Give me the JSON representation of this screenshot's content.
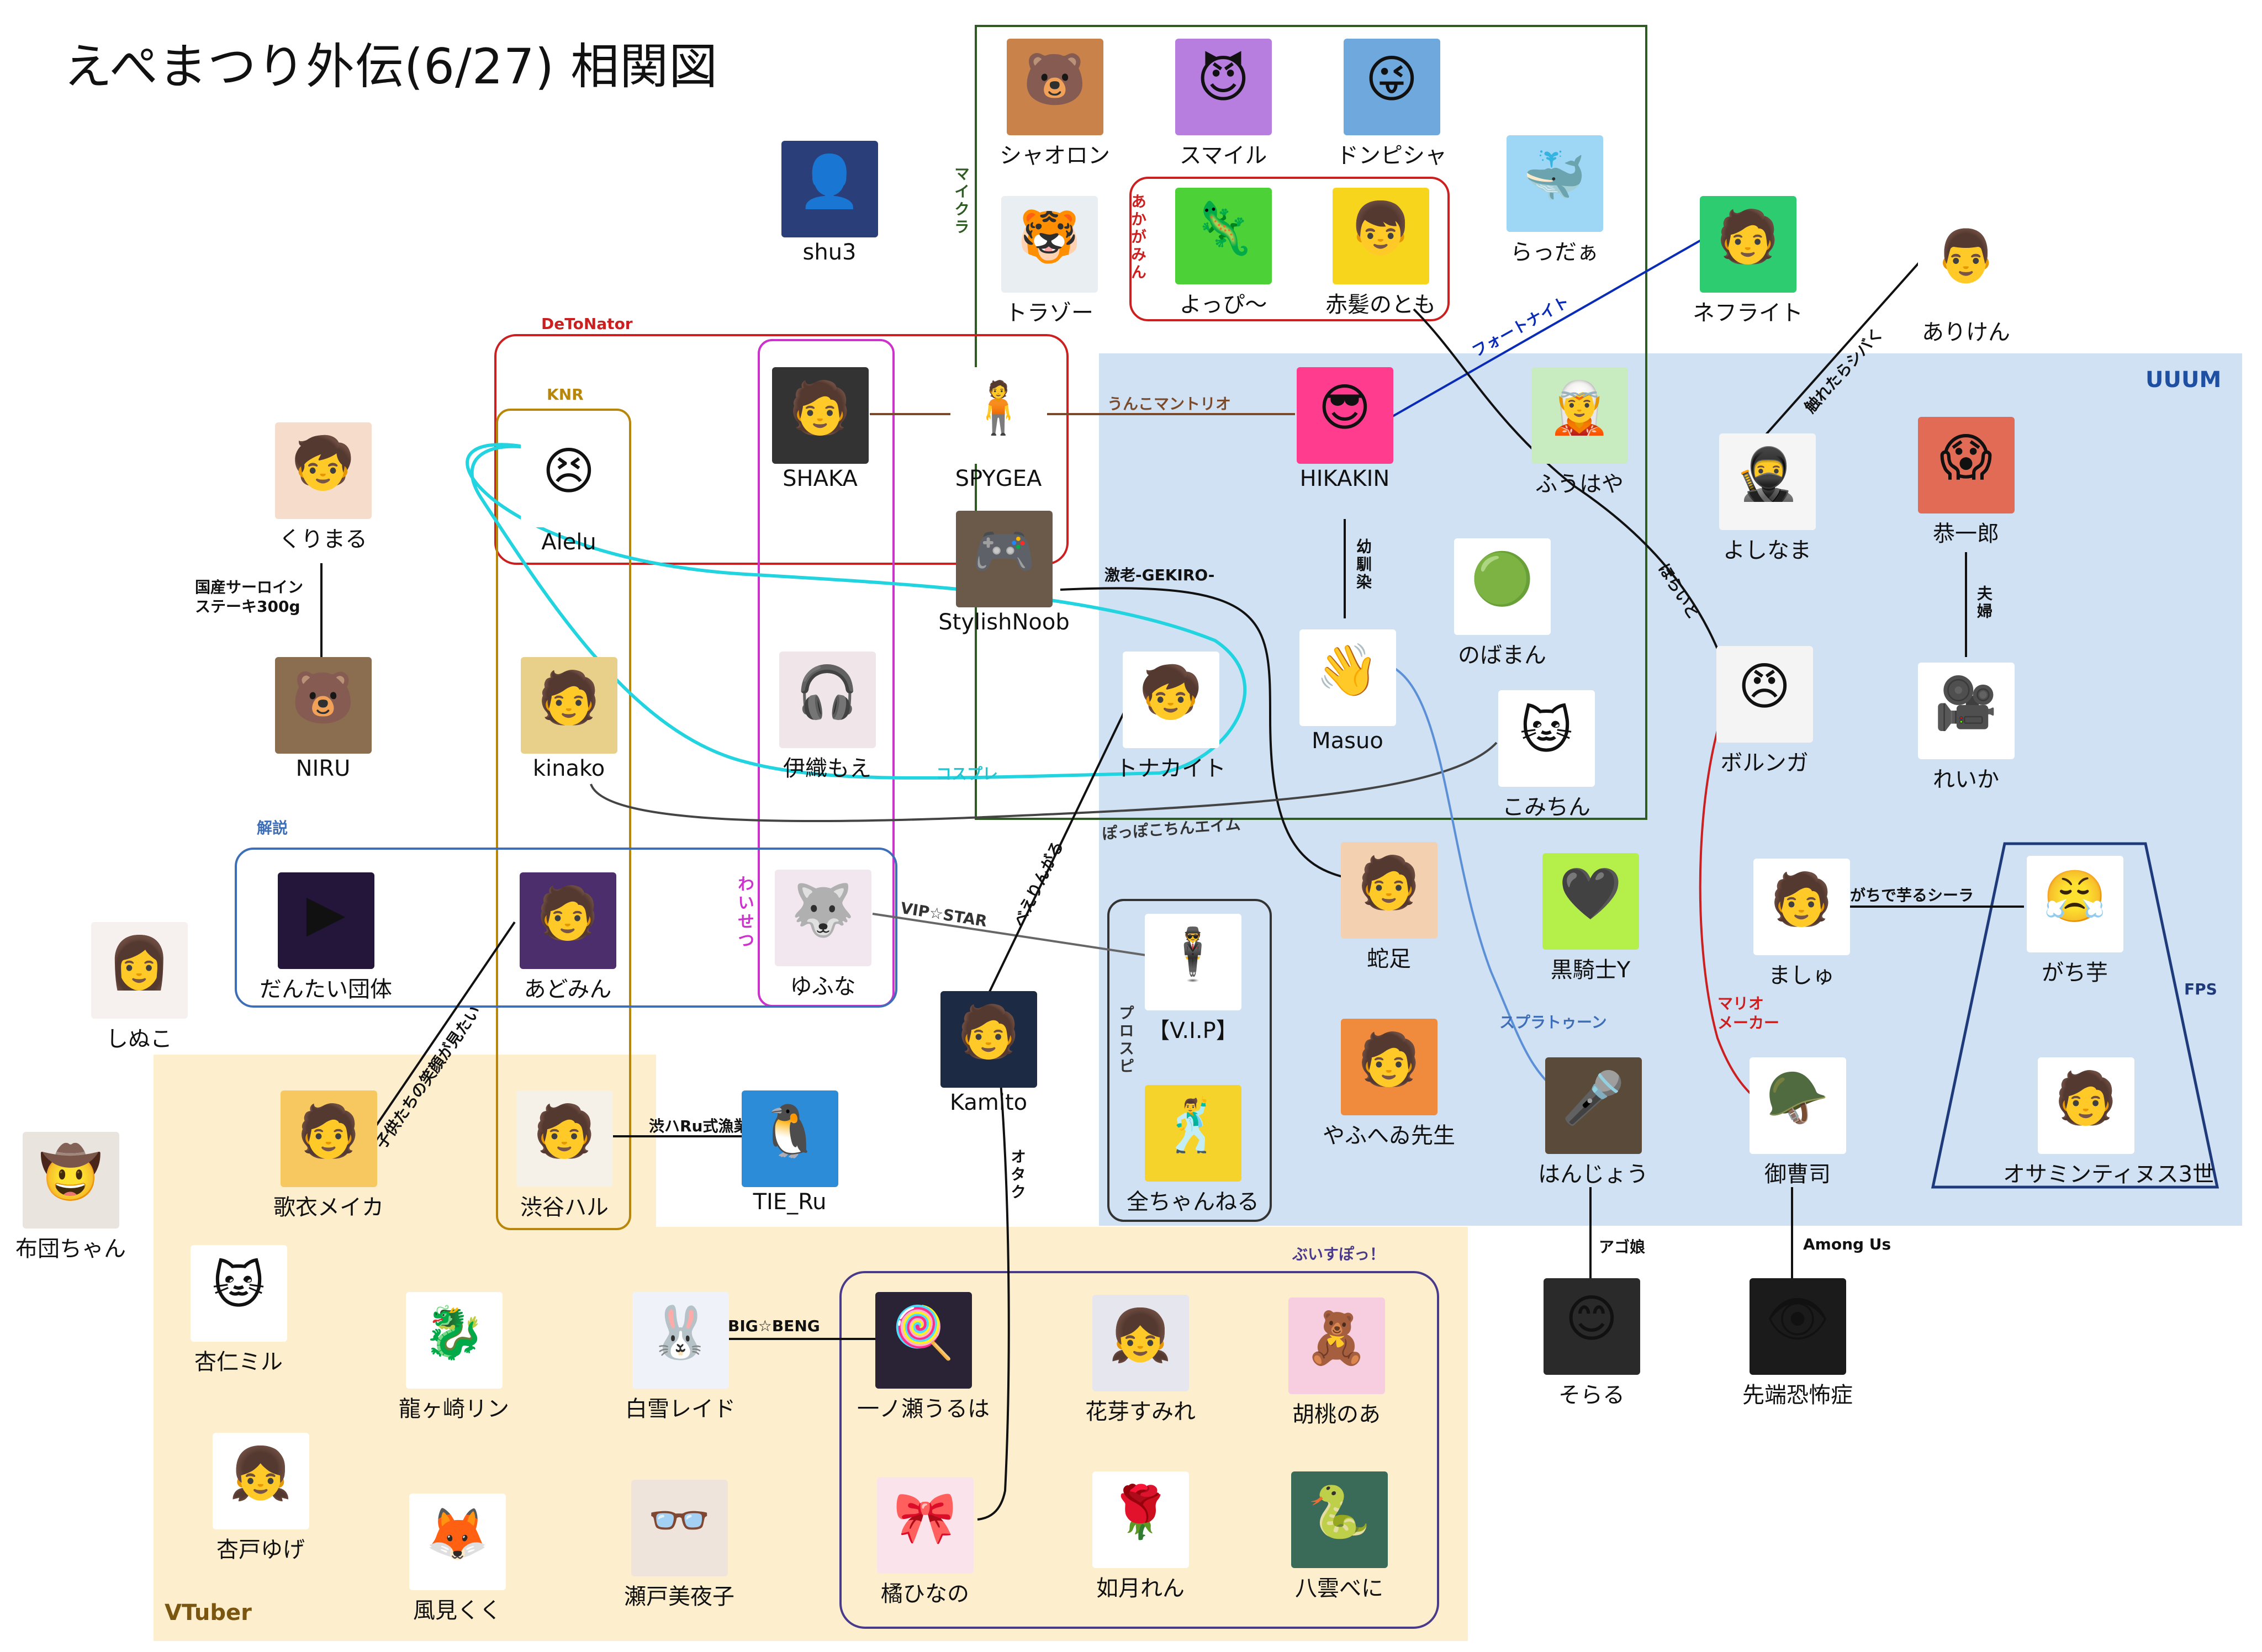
{
  "title": "えぺまつり外伝(6/27) 相関図",
  "regions": {
    "uuum": "UUUM",
    "vtuber": "VTuber",
    "minecraft": "マイクラ",
    "akagamin": "あかがみん",
    "detonator": "DeToNator",
    "knr": "KNR",
    "waisetsu": "わいせつ",
    "kaisetsu": "解説",
    "prosupi": "プロスピ",
    "fps": "FPS",
    "vspo": "ぶいすぽっ！"
  },
  "edge_labels": {
    "unko": "うんこマントリオ",
    "fortnite": "フォートナイト",
    "sawareba": "触れたらシバく",
    "osananajimi": "幼馴染",
    "horaito": "ほらいと",
    "fuufu": "夫婦",
    "gekiro": "激老-GEKIRO-",
    "cosplay": "コスプレ",
    "popopo": "ぽっぽこちんエイム",
    "kokusan": "国産サーロイン\nステーキ300g",
    "vipstar": "VIP☆STAR",
    "beerin": "べえりんがる",
    "kodomo": "子供たちの笑顔が見たい",
    "shibuharu": "渋ハRu式漁業",
    "otaku": "オタク",
    "bigbeng": "BIG☆BENG",
    "splatoon": "スプラトゥーン",
    "mario": "マリオ\nメーカー",
    "gachi": "がちで芋るシーラ",
    "ago": "アゴ娘",
    "among": "Among Us"
  },
  "nodes": [
    {
      "id": "shaoron",
      "name": "シャオロン",
      "color": "#c9834a",
      "icon": "🐻"
    },
    {
      "id": "smile",
      "name": "スマイル",
      "color": "#b77ee0",
      "icon": "😈"
    },
    {
      "id": "donpisha",
      "name": "ドンピシャ",
      "color": "#6fa8dc",
      "icon": "😜"
    },
    {
      "id": "shu3",
      "name": "shu3",
      "color": "#2a3f7a",
      "icon": "👤"
    },
    {
      "id": "torazo",
      "name": "トラゾー",
      "color": "#e9eef2",
      "icon": "🐯"
    },
    {
      "id": "yoppi",
      "name": "よっぴ～",
      "color": "#4cd137",
      "icon": "🦎"
    },
    {
      "id": "akagami",
      "name": "赤髪のとも",
      "color": "#f7d51d",
      "icon": "👦"
    },
    {
      "id": "radda",
      "name": "らっだぁ",
      "color": "#9ed6f5",
      "icon": "🐳"
    },
    {
      "id": "nephrite",
      "name": "ネフライト",
      "color": "#2ecc71",
      "icon": "🧑"
    },
    {
      "id": "ariken",
      "name": "ありけん",
      "color": "#ffffff",
      "icon": "👨"
    },
    {
      "id": "kurimaru",
      "name": "くりまる",
      "color": "#f6dccb",
      "icon": "🧒"
    },
    {
      "id": "alelu",
      "name": "Alelu",
      "color": "#ffffff",
      "icon": "😣"
    },
    {
      "id": "shaka",
      "name": "SHAKA",
      "color": "#333333",
      "icon": "🧑"
    },
    {
      "id": "spygea",
      "name": "SPYGEA",
      "color": "#ffffff",
      "icon": "🧍"
    },
    {
      "id": "hikakin",
      "name": "HIKAKIN",
      "color": "#ff3c8e",
      "icon": "😎"
    },
    {
      "id": "fuuhaya",
      "name": "ふうはや",
      "color": "#c8ecc0",
      "icon": "🧝"
    },
    {
      "id": "yoshinama",
      "name": "よしなま",
      "color": "#f5f5f5",
      "icon": "🥷"
    },
    {
      "id": "kyoichiro",
      "name": "恭一郎",
      "color": "#e26b56",
      "icon": "😱"
    },
    {
      "id": "niru",
      "name": "NIRU",
      "color": "#8b6d50",
      "icon": "🐻"
    },
    {
      "id": "stylish",
      "name": "StylishNoob",
      "color": "#6b5a4a",
      "icon": "🎮"
    },
    {
      "id": "nobaman",
      "name": "のばまん",
      "color": "#ffffff",
      "icon": "🟢"
    },
    {
      "id": "kinako",
      "name": "kinako",
      "color": "#e8d08a",
      "icon": "🧑"
    },
    {
      "id": "iori",
      "name": "伊織もえ",
      "color": "#f0e6ea",
      "icon": "🎧"
    },
    {
      "id": "tonakaito",
      "name": "トナカイト",
      "color": "#ffffff",
      "icon": "🧒"
    },
    {
      "id": "masuo",
      "name": "Masuo",
      "color": "#ffffff",
      "icon": "👋"
    },
    {
      "id": "borunga",
      "name": "ボルンガ",
      "color": "#f4f4f4",
      "icon": "😠"
    },
    {
      "id": "reika",
      "name": "れいか",
      "color": "#ffffff",
      "icon": "🎥"
    },
    {
      "id": "komichin",
      "name": "こみちん",
      "color": "#ffffff",
      "icon": "🐱"
    },
    {
      "id": "dantai",
      "name": "だんたい団体",
      "color": "#24153a",
      "icon": "▶"
    },
    {
      "id": "adomin",
      "name": "あどみん",
      "color": "#4b2e6b",
      "icon": "🧑"
    },
    {
      "id": "yufuna",
      "name": "ゆふな",
      "color": "#f2e7ef",
      "icon": "🐺"
    },
    {
      "id": "vip",
      "name": "【V.I.P】",
      "color": "#ffffff",
      "icon": "🕴"
    },
    {
      "id": "hebi",
      "name": "蛇足",
      "color": "#f3d1b0",
      "icon": "🧑"
    },
    {
      "id": "kurokishi",
      "name": "黒騎士Y",
      "color": "#b5f04a",
      "icon": "🖤"
    },
    {
      "id": "mashu",
      "name": "ましゅ",
      "color": "#ffffff",
      "icon": "🧑"
    },
    {
      "id": "gachiimo",
      "name": "がち芋",
      "color": "#ffffff",
      "icon": "😤"
    },
    {
      "id": "shinuko",
      "name": "しぬこ",
      "color": "#f6f0ee",
      "icon": "👩"
    },
    {
      "id": "kamito",
      "name": "Kamito",
      "color": "#1c2a44",
      "icon": "🧑"
    },
    {
      "id": "futon",
      "name": "布団ちゃん",
      "color": "#e9e4dd",
      "icon": "🤠"
    },
    {
      "id": "kaimeika",
      "name": "歌衣メイカ",
      "color": "#f7c85f",
      "icon": "🧑"
    },
    {
      "id": "shibuya",
      "name": "渋谷ハル",
      "color": "#f5f0e8",
      "icon": "🧑"
    },
    {
      "id": "tieru",
      "name": "TIE_Ru",
      "color": "#2c8cd8",
      "icon": "🐧"
    },
    {
      "id": "zenchan",
      "name": "全ちゃんねる",
      "color": "#f5d32a",
      "icon": "🕺"
    },
    {
      "id": "yafuhe",
      "name": "やふへゐ先生",
      "color": "#f08a3c",
      "icon": "🧑"
    },
    {
      "id": "hanjo",
      "name": "はんじょう",
      "color": "#5a4a3a",
      "icon": "🎤"
    },
    {
      "id": "mizo",
      "name": "御曹司",
      "color": "#ffffff",
      "icon": "🪖"
    },
    {
      "id": "osamin",
      "name": "オサミンティヌス3世",
      "color": "#ffffff",
      "icon": "🧑"
    },
    {
      "id": "anjin",
      "name": "杏仁ミル",
      "color": "#ffffff",
      "icon": "🐱"
    },
    {
      "id": "ryuga",
      "name": "龍ヶ崎リン",
      "color": "#ffffff",
      "icon": "🐉"
    },
    {
      "id": "shirayuki",
      "name": "白雪レイド",
      "color": "#f0f2fa",
      "icon": "🐰"
    },
    {
      "id": "ichinose",
      "name": "一ノ瀬うるは",
      "color": "#2a2336",
      "icon": "🍭"
    },
    {
      "id": "kaga",
      "name": "花芽すみれ",
      "color": "#e6e6ee",
      "icon": "👧"
    },
    {
      "id": "kurumi",
      "name": "胡桃のあ",
      "color": "#f7cde0",
      "icon": "🧸"
    },
    {
      "id": "sorara",
      "name": "そらる",
      "color": "#2a2a2a",
      "icon": "😊"
    },
    {
      "id": "sentan",
      "name": "先端恐怖症",
      "color": "#1b1b1b",
      "icon": "👁"
    },
    {
      "id": "ando",
      "name": "杏戸ゆげ",
      "color": "#ffffff",
      "icon": "👧"
    },
    {
      "id": "kazami",
      "name": "風見くく",
      "color": "#ffffff",
      "icon": "🦊"
    },
    {
      "id": "seto",
      "name": "瀬戸美夜子",
      "color": "#efe4dc",
      "icon": "👓"
    },
    {
      "id": "tachibana",
      "name": "橘ひなの",
      "color": "#fbe3ec",
      "icon": "🎀"
    },
    {
      "id": "kisaragi",
      "name": "如月れん",
      "color": "#ffffff",
      "icon": "🌹"
    },
    {
      "id": "yakumo",
      "name": "八雲べに",
      "color": "#3a6b58",
      "icon": "🐍"
    }
  ],
  "colors": {
    "uuum_bg": "#cfe1f3",
    "vtuber_bg": "#fdefce",
    "minecraft_border": "#2f5a23",
    "akagamin_border": "#cc1f1f",
    "detonator_border": "#cc1f1f",
    "knr_border": "#b8860b",
    "waisetsu_border": "#cc33cc",
    "kaisetsu_border": "#3d6eb7",
    "prosupi_border": "#333333",
    "fps_border": "#1f3a7a",
    "vspo_border": "#4a3a8c",
    "cosplay_line": "#22d3e0",
    "fortnite_line": "#0a2bb5",
    "splatoon_line": "#5b8fd6",
    "mario_line": "#cc1f1f",
    "unko_line": "#7a4a2a"
  }
}
